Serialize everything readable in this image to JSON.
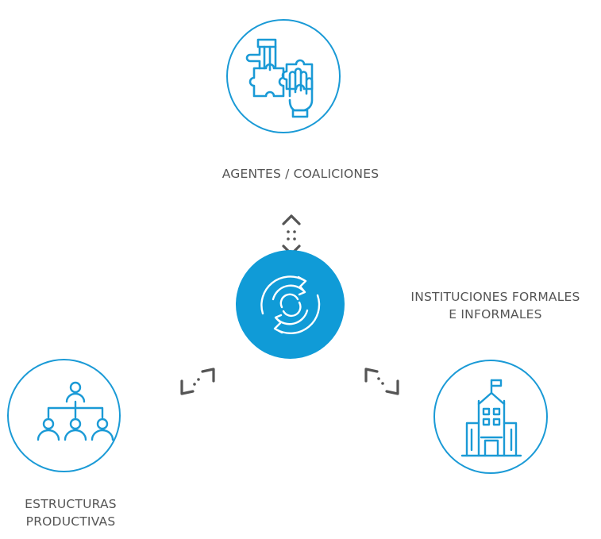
{
  "nodes": {
    "top": {
      "label": "AGENTES / COALICIONES",
      "icon": "puzzle-hands-icon"
    },
    "center": {
      "icon": "cycle-arrows-icon"
    },
    "left": {
      "label_line1": "ESTRUCTURAS",
      "label_line2": "PRODUCTIVAS",
      "icon": "org-chart-icon"
    },
    "right": {
      "label_line1": "INSTITUCIONES FORMALES",
      "label_line2": "E INFORMALES",
      "icon": "building-icon"
    }
  },
  "connectors": [
    "double-arrow-icon",
    "double-arrow-icon",
    "double-arrow-icon"
  ],
  "colors": {
    "accent": "#1a9ad6",
    "center_fill": "#109bd7",
    "connector": "#555555",
    "text": "#555555"
  }
}
